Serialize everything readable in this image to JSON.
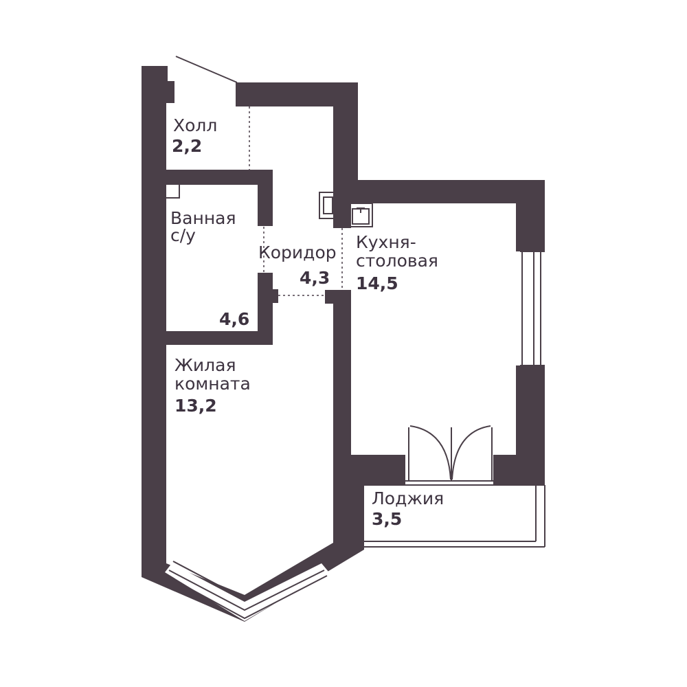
{
  "colors": {
    "wall": "#4a3f48",
    "text": "#3d3340",
    "background": "#ffffff"
  },
  "rooms": {
    "hall": {
      "name": "Холл",
      "area": "2,2"
    },
    "bath": {
      "name_line1": "Ванная",
      "name_line2": "с/у",
      "area": "4,6"
    },
    "corridor": {
      "name": "Коридор",
      "area": "4,3"
    },
    "kitchen": {
      "name_line1": "Кухня-",
      "name_line2": "столовая",
      "area": "14,5"
    },
    "living": {
      "name_line1": "Жилая",
      "name_line2": "комната",
      "area": "13,2"
    },
    "loggia": {
      "name": "Лоджия",
      "area": "3,5"
    }
  },
  "icons": [
    "sink-icon",
    "ventilation-shaft-icon"
  ]
}
